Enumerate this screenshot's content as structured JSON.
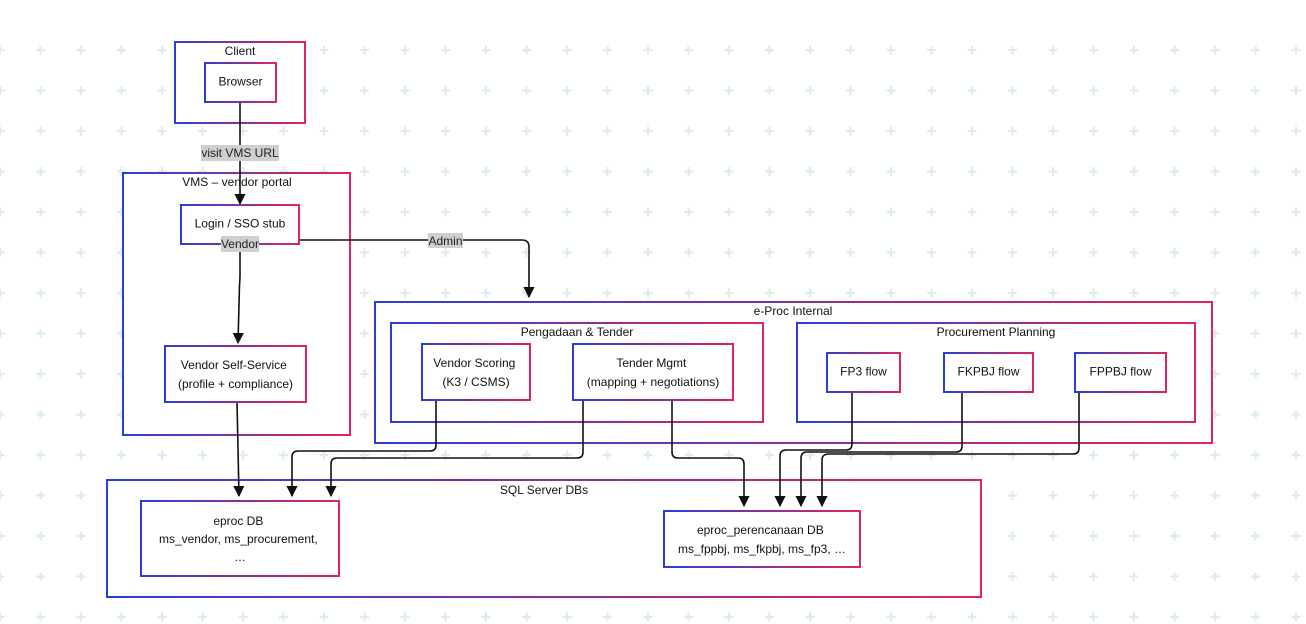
{
  "colors": {
    "border_start": "#2b3fd6",
    "border_end": "#e0245e",
    "edge": "#111111",
    "edge_label_bg": "#cfcfcf",
    "background_plus": "#dbeee8"
  },
  "groups": {
    "client": "Client",
    "vms": "VMS – vendor portal",
    "eproc_internal": "e-Proc Internal",
    "pengadaan": "Pengadaan & Tender",
    "planning": "Procurement Planning",
    "sql": "SQL Server DBs"
  },
  "nodes": {
    "browser": [
      "Browser"
    ],
    "login": [
      "Login / SSO stub"
    ],
    "vendor_self_service": [
      "Vendor Self-Service",
      "(profile + compliance)"
    ],
    "vendor_scoring": [
      "Vendor Scoring",
      "(K3 / CSMS)"
    ],
    "tender_mgmt": [
      "Tender Mgmt",
      "(mapping + negotiations)"
    ],
    "fp3_flow": [
      "FP3 flow"
    ],
    "fkpbj_flow": [
      "FKPBJ flow"
    ],
    "fppbj_flow": [
      "FPPBJ flow"
    ],
    "eproc_db": [
      "eproc DB",
      "ms_vendor, ms_procurement,",
      "…"
    ],
    "perencanaan_db": [
      "eproc_perencanaan DB",
      "ms_fppbj, ms_fkpbj, ms_fp3, …"
    ]
  },
  "edge_labels": {
    "visit": "visit VMS URL",
    "vendor": "Vendor",
    "admin": "Admin"
  }
}
